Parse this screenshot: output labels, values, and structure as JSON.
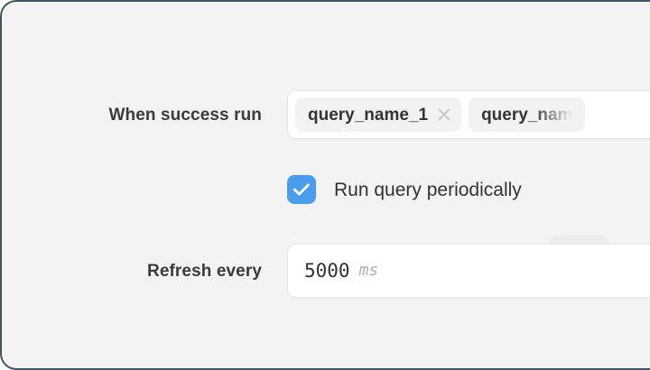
{
  "panel": {
    "background_color": "#f3f3f4",
    "border_color": "#3f5360"
  },
  "form": {
    "success_run": {
      "label": "When success run",
      "tags": [
        {
          "text": "query_name_1",
          "removable": true,
          "remove_icon": "close-icon"
        },
        {
          "text": "query_nam",
          "removable": false,
          "clipped": true
        }
      ]
    },
    "periodic": {
      "checkbox_label": "Run query periodically",
      "checked": true,
      "accent_color": "#4a9dec",
      "check_icon": "check-icon"
    },
    "refresh": {
      "label": "Refresh every",
      "value": "5000",
      "unit": "ms"
    }
  }
}
